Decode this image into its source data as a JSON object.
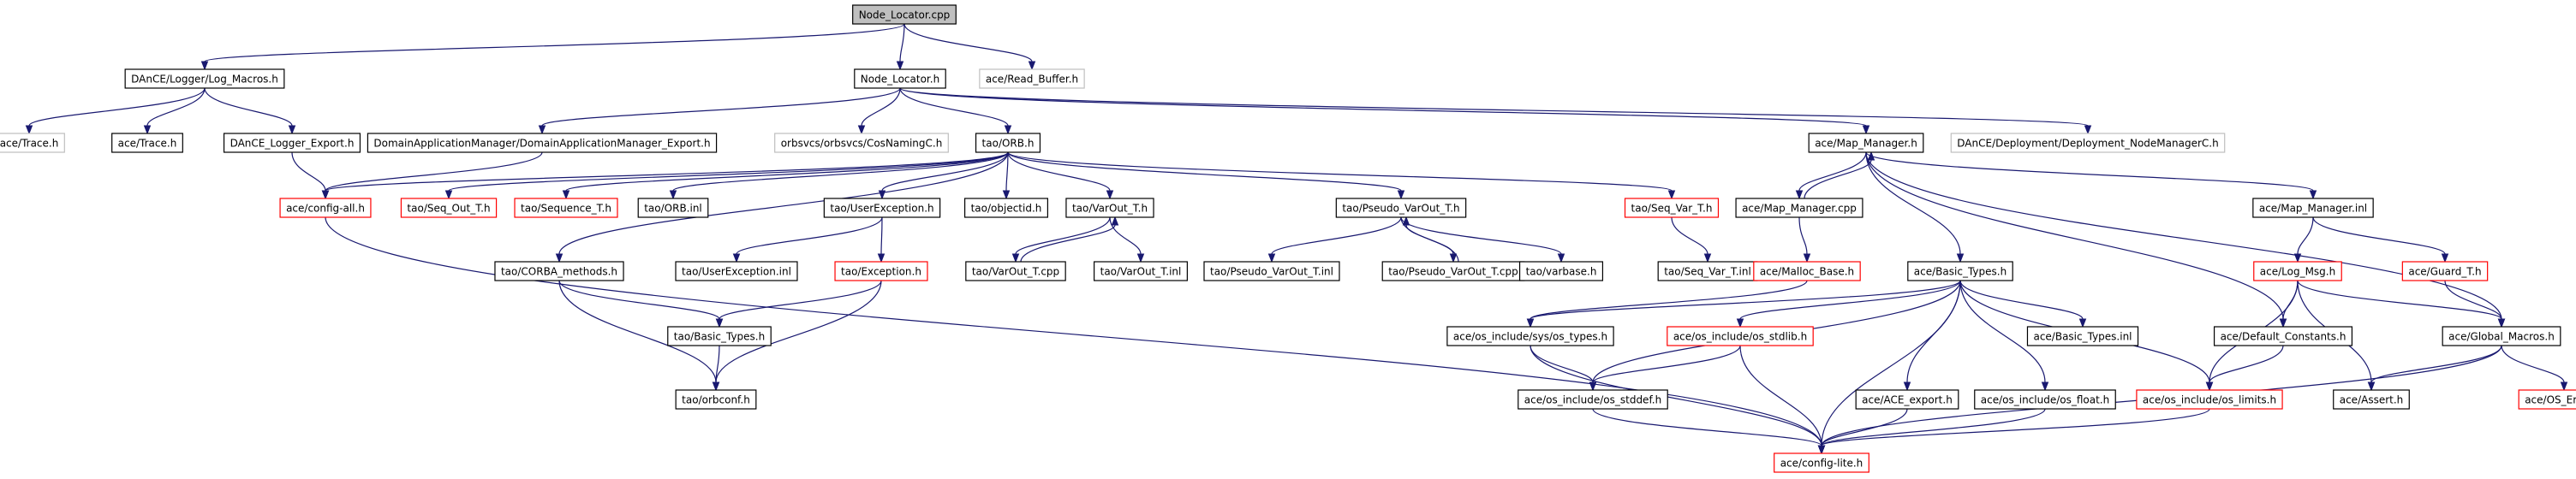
{
  "colors": {
    "root_fill": "#bfbfbf",
    "root_border": "#000000",
    "doc_border": "#000000",
    "truncated_border": "#ff0000",
    "external_border": "#bfbfbf",
    "external_text": "#808080",
    "edge": "#191970"
  },
  "nodes": [
    {
      "id": "n0",
      "label": "Node_Locator.cpp",
      "kind": "root"
    },
    {
      "id": "n1",
      "label": "DAnCE/Logger/Log_Macros.h",
      "kind": "doc"
    },
    {
      "id": "n2",
      "label": "Node_Locator.h",
      "kind": "doc"
    },
    {
      "id": "n3",
      "label": "ace/Read_Buffer.h",
      "kind": "external"
    },
    {
      "id": "n4",
      "label": "ace/Trace.h",
      "kind": "external"
    },
    {
      "id": "n5",
      "label": "ace/Trace.h",
      "kind": "doc"
    },
    {
      "id": "n6",
      "label": "DAnCE_Logger_Export.h",
      "kind": "doc"
    },
    {
      "id": "n7",
      "label": "DomainApplicationManager/DomainApplicationManager_Export.h",
      "kind": "doc"
    },
    {
      "id": "n8",
      "label": "orbsvcs/orbsvcs/CosNamingC.h",
      "kind": "external"
    },
    {
      "id": "n9",
      "label": "tao/ORB.h",
      "kind": "doc"
    },
    {
      "id": "n10",
      "label": "ace/Map_Manager.h",
      "kind": "doc"
    },
    {
      "id": "n11",
      "label": "DAnCE/Deployment/Deployment_NodeManagerC.h",
      "kind": "external"
    },
    {
      "id": "n12",
      "label": "ace/config-all.h",
      "kind": "truncated"
    },
    {
      "id": "n13",
      "label": "tao/Seq_Out_T.h",
      "kind": "truncated"
    },
    {
      "id": "n14",
      "label": "tao/Sequence_T.h",
      "kind": "truncated"
    },
    {
      "id": "n15",
      "label": "tao/ORB.inl",
      "kind": "doc"
    },
    {
      "id": "n16",
      "label": "tao/UserException.h",
      "kind": "doc"
    },
    {
      "id": "n17",
      "label": "tao/objectid.h",
      "kind": "doc"
    },
    {
      "id": "n18",
      "label": "tao/VarOut_T.h",
      "kind": "doc"
    },
    {
      "id": "n19",
      "label": "tao/Pseudo_VarOut_T.h",
      "kind": "doc"
    },
    {
      "id": "n20",
      "label": "tao/Seq_Var_T.h",
      "kind": "truncated"
    },
    {
      "id": "n21",
      "label": "ace/Map_Manager.cpp",
      "kind": "doc"
    },
    {
      "id": "n22",
      "label": "ace/Map_Manager.inl",
      "kind": "doc"
    },
    {
      "id": "n23",
      "label": "tao/CORBA_methods.h",
      "kind": "doc"
    },
    {
      "id": "n24",
      "label": "tao/UserException.inl",
      "kind": "doc"
    },
    {
      "id": "n25",
      "label": "tao/Exception.h",
      "kind": "truncated"
    },
    {
      "id": "n26",
      "label": "tao/VarOut_T.cpp",
      "kind": "doc"
    },
    {
      "id": "n27",
      "label": "tao/VarOut_T.inl",
      "kind": "doc"
    },
    {
      "id": "n28",
      "label": "tao/Pseudo_VarOut_T.inl",
      "kind": "doc"
    },
    {
      "id": "n29",
      "label": "tao/Pseudo_VarOut_T.cpp",
      "kind": "doc"
    },
    {
      "id": "n30",
      "label": "tao/varbase.h",
      "kind": "doc"
    },
    {
      "id": "n31",
      "label": "tao/Seq_Var_T.inl",
      "kind": "doc"
    },
    {
      "id": "n32",
      "label": "ace/Malloc_Base.h",
      "kind": "truncated"
    },
    {
      "id": "n33",
      "label": "ace/Basic_Types.h",
      "kind": "doc"
    },
    {
      "id": "n34",
      "label": "ace/Log_Msg.h",
      "kind": "truncated"
    },
    {
      "id": "n35",
      "label": "ace/Guard_T.h",
      "kind": "truncated"
    },
    {
      "id": "n36",
      "label": "tao/Basic_Types.h",
      "kind": "doc"
    },
    {
      "id": "n37",
      "label": "ace/os_include/sys/os_types.h",
      "kind": "doc"
    },
    {
      "id": "n38",
      "label": "ace/os_include/os_stdlib.h",
      "kind": "truncated"
    },
    {
      "id": "n39",
      "label": "ace/Basic_Types.inl",
      "kind": "doc"
    },
    {
      "id": "n40",
      "label": "ace/Default_Constants.h",
      "kind": "doc"
    },
    {
      "id": "n41",
      "label": "ace/Global_Macros.h",
      "kind": "doc"
    },
    {
      "id": "n42",
      "label": "tao/orbconf.h",
      "kind": "doc"
    },
    {
      "id": "n43",
      "label": "ace/os_include/os_stddef.h",
      "kind": "doc"
    },
    {
      "id": "n44",
      "label": "ace/ACE_export.h",
      "kind": "doc"
    },
    {
      "id": "n45",
      "label": "ace/os_include/os_float.h",
      "kind": "doc"
    },
    {
      "id": "n46",
      "label": "ace/os_include/os_limits.h",
      "kind": "truncated"
    },
    {
      "id": "n47",
      "label": "ace/Assert.h",
      "kind": "doc"
    },
    {
      "id": "n48",
      "label": "ace/OS_Errno.h",
      "kind": "truncated"
    },
    {
      "id": "n49",
      "label": "ace/config-lite.h",
      "kind": "truncated"
    }
  ],
  "edges": [
    [
      "n0",
      "n1"
    ],
    [
      "n0",
      "n2"
    ],
    [
      "n0",
      "n3"
    ],
    [
      "n1",
      "n4"
    ],
    [
      "n1",
      "n5"
    ],
    [
      "n1",
      "n6"
    ],
    [
      "n6",
      "n12"
    ],
    [
      "n2",
      "n7"
    ],
    [
      "n2",
      "n8"
    ],
    [
      "n2",
      "n9"
    ],
    [
      "n2",
      "n10"
    ],
    [
      "n2",
      "n11"
    ],
    [
      "n7",
      "n12"
    ],
    [
      "n9",
      "n12"
    ],
    [
      "n9",
      "n13"
    ],
    [
      "n9",
      "n14"
    ],
    [
      "n9",
      "n15"
    ],
    [
      "n9",
      "n16"
    ],
    [
      "n9",
      "n17"
    ],
    [
      "n9",
      "n18"
    ],
    [
      "n9",
      "n19"
    ],
    [
      "n9",
      "n20"
    ],
    [
      "n9",
      "n23"
    ],
    [
      "n16",
      "n24"
    ],
    [
      "n16",
      "n25"
    ],
    [
      "n18",
      "n26"
    ],
    [
      "n26",
      "n18"
    ],
    [
      "n18",
      "n27"
    ],
    [
      "n19",
      "n28"
    ],
    [
      "n19",
      "n29"
    ],
    [
      "n29",
      "n19"
    ],
    [
      "n19",
      "n30"
    ],
    [
      "n20",
      "n31"
    ],
    [
      "n23",
      "n36"
    ],
    [
      "n23",
      "n42"
    ],
    [
      "n25",
      "n36"
    ],
    [
      "n25",
      "n42"
    ],
    [
      "n36",
      "n42"
    ],
    [
      "n12",
      "n49"
    ],
    [
      "n10",
      "n21"
    ],
    [
      "n21",
      "n10"
    ],
    [
      "n10",
      "n22"
    ],
    [
      "n10",
      "n33"
    ],
    [
      "n10",
      "n40"
    ],
    [
      "n10",
      "n41"
    ],
    [
      "n21",
      "n32"
    ],
    [
      "n32",
      "n37"
    ],
    [
      "n33",
      "n37"
    ],
    [
      "n33",
      "n38"
    ],
    [
      "n33",
      "n39"
    ],
    [
      "n33",
      "n43"
    ],
    [
      "n33",
      "n44"
    ],
    [
      "n33",
      "n45"
    ],
    [
      "n33",
      "n46"
    ],
    [
      "n33",
      "n49"
    ],
    [
      "n37",
      "n43"
    ],
    [
      "n37",
      "n49"
    ],
    [
      "n38",
      "n43"
    ],
    [
      "n38",
      "n49"
    ],
    [
      "n43",
      "n49"
    ],
    [
      "n44",
      "n49"
    ],
    [
      "n45",
      "n49"
    ],
    [
      "n46",
      "n49"
    ],
    [
      "n22",
      "n34"
    ],
    [
      "n22",
      "n35"
    ],
    [
      "n34",
      "n40"
    ],
    [
      "n34",
      "n41"
    ],
    [
      "n34",
      "n46"
    ],
    [
      "n34",
      "n47"
    ],
    [
      "n35",
      "n41"
    ],
    [
      "n40",
      "n46"
    ],
    [
      "n41",
      "n47"
    ],
    [
      "n41",
      "n48"
    ],
    [
      "n41",
      "n49"
    ]
  ]
}
